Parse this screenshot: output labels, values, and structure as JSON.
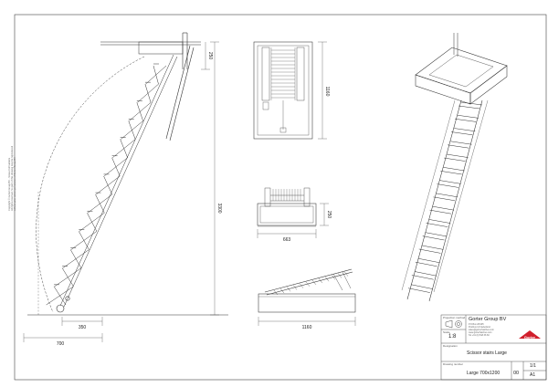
{
  "dimensions": {
    "side_height": "3300",
    "side_top": "250",
    "side_inner_width": "350",
    "side_footprint": "700",
    "top_view_length": "1160",
    "front_view_width": "663",
    "front_view_height": "250",
    "bottom_view_length": "1160"
  },
  "title_block": {
    "projection_label": "Projection method",
    "scale_label": "Scale",
    "scale": "1:8",
    "company_name": "Gorter Group BV",
    "address_lines": [
      "P.O.Box 28/105",
      "Postbus 14 Nederland",
      "sales@gorterhatches.com",
      "www.gorterhatches.com",
      "Tel +31 (0) 518 36 60"
    ],
    "logo_text": "Gorter",
    "designation_label": "Designation",
    "designation": "Scissor stairs Large",
    "drawing_number_label": "Drawing number",
    "drawing_number": "Large 700x1200",
    "revision": "00",
    "sheet": "1/1",
    "paper_size": "A1"
  },
  "copyright_lines": [
    "Copyright © Gorter Group BV - Scissor loft ladders",
    "All rights reserved. No part of this drawing may be reproduced",
    "without prior written permission of Gorter Group BV"
  ],
  "colors": {
    "line": "#333333",
    "logo_red": "#d11f2c"
  }
}
